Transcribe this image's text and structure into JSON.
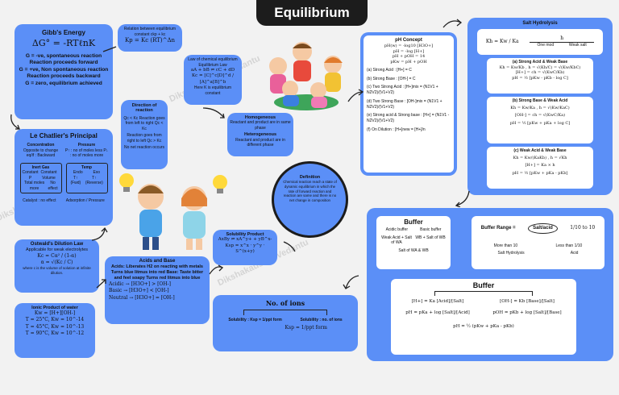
{
  "title": "Equilibrium",
  "watermark": "Dikshakaushal.Vedantu",
  "gibbs": {
    "title": "Gibb's Energy",
    "formula": "ΔG° = -RTℓnK",
    "lines": [
      "G = -ve, spontaneous reaction Reaction proceeds forward",
      "G = +ve, Non spontaneous reaction Reaction proceeds backward",
      "G = zero, equilibrium achieved"
    ]
  },
  "relation": {
    "title": "Relation between equilibrium constant ckp + kc",
    "formula": "Kp = Kc (RT)^Δn"
  },
  "law": {
    "title": "Law of chemical equilibrium Equilibrium Law",
    "reaction": "aA + bB ⇌ cC + dD",
    "formula": "Kc = [C]^c[D]^d / [A]^a[B]^b",
    "note": "Here K is equilibrium constant"
  },
  "direction": {
    "title": "Direction of reaction",
    "lines": [
      "Qc < Kc Reaction goes from left to right Qc < Kc",
      "Reaction goes from right to left Qc > Kc",
      "No net reaction occurs"
    ]
  },
  "lechatelier": {
    "title": "Le Chatlier's Principal",
    "concentration": "Concentration",
    "concentration_note": "Opposite to change eq/if : Backward",
    "pressure": "Pressure",
    "pressure_note": "P↑ : no of moles less P↓ : no of moles more",
    "inert": "Inert Gas",
    "temp": "Temp",
    "inert_a": "Constant P",
    "inert_b": "Constant Volume",
    "inert_c": "Total moles more",
    "inert_d": "No effect",
    "temp_a": "Endo",
    "temp_b": "Exo",
    "temp_c": "T↑ (Fwd)",
    "temp_d": "T↑ (Reverse)",
    "footer_left": "Catalyst : no effect",
    "footer_right": "Adsorption / Pressure"
  },
  "homogeneous": {
    "title1": "Homogeneous",
    "text1": "Reactant and product are in same phase",
    "title2": "Heterogeneous",
    "text2": "Reactant and product are in different phase"
  },
  "definition": {
    "title": "Definition",
    "text": "Chemical reaction reach a state of dynamic equilibrium in which the rate of forward reaction and reaction are same and there is no net change in composition"
  },
  "ph": {
    "title": "pH Concept",
    "lines": [
      "pH(w) = -log10 [H3O+]",
      "pH = -log [H+]",
      "pH + pOH = 14",
      "pKw = pH + pOH",
      "(a) Strong Acid : [H+] = C",
      "(b) Strong Base : [OH-] = C",
      "(c) Two Strong Acid : [H+]mix = (N1V1 + N2V2)/(V1+V2)",
      "(d) Two Strong Base : [OH-]mix = (N1V1 + N2V2)/(V1+V2)",
      "(e) Strong acid & Strong base : [H+] = (N1V1 - N2V2)/(V1+V2)",
      "(f) On Dilution : [H+]new = [H+]/n"
    ]
  },
  "salt": {
    "title": "Salt Hydrolysis",
    "kh": "Kh = Kw / Ka",
    "h": "h",
    "one_mod": "One mod",
    "weak_salt": "Weak salt",
    "sa_wb_title": "(a) Strong Acid & Weak Base",
    "sa_wb_f1": "Kh = Kw/Kb ,  h = √(Kh/C) = √(Kw/KbC)",
    "sa_wb_f2": "[H+] = ch = √(KwC/Kb)",
    "sa_wb_f3": "pH = ½ [pKw - pKb - log C]",
    "sb_wa_title": "(b) Strong Base & Weak Acid",
    "sb_wa_f1": "Kh = Kw/Ka ,  h = √(Kw/KaC)",
    "sb_wa_f2": "[OH-] = ch = √(KwC/Ka)",
    "sb_wa_f3": "pH = ½ [pKw + pKa + log C]",
    "wa_wb_title": "(c) Weak Acid & Weak Base",
    "wa_wb_f1": "Kh = Kw/(KaKb) ,  h = √Kh",
    "wa_wb_f2": "[H+] = Ka × h",
    "wa_wb_f3": "pH = ½ [pKw + pKa - pKb]"
  },
  "solubility": {
    "title": "Solubility Product",
    "reaction": "AxBy ⇌ xA^y+ + yB^x-",
    "formula": "Ksp = x^x · y^y · S^(x+y)"
  },
  "ostwald": {
    "title": "Ostwald's Dilution Law",
    "sub": "Applicable for weak electrolytes",
    "f1": "Kc = Cα² / (1-α)",
    "f2": "α = √(Kc / C)",
    "note": "where c is the volume of solution at infinite dilution."
  },
  "acids": {
    "title": "Acids and Base",
    "text": "Acids: Liberates H2 on reacting with metals Turns blue litmus into red Base: Taste bitter and feel soapy Turns red litmus into blue",
    "acidic": "Acidic → [H3O+] > [OH-]",
    "basic": "Basic → [H3O+] < [OH-]",
    "neutral": "Neutral → [H3O+] = [OH-]"
  },
  "ionic": {
    "title": "Ionic Product of water",
    "f1": "Kw = [H+][OH-]",
    "f2": "T = 25°C, Kw = 10^-14",
    "f3": "T = 45°C, Kw = 10^-13",
    "f4": "T = 90°C, Kw = 10^-12"
  },
  "ions": {
    "title": "No. of ions",
    "left": "Solubility : Ksp = 1/ppt form",
    "right": "Solubility : no. of ions",
    "formula": "Ksp = 1/ppt form"
  },
  "buffer_top": {
    "title": "Buffer",
    "acidic": "Acidic buffer",
    "basic": "Basic buffer",
    "weak_acid": "Weak Acid + Salt of WA",
    "weak_base": "WB + Salt of WB",
    "salt_wa_wb": "Salt of WA & WB"
  },
  "buffer_range": {
    "label": "Buffer Range =",
    "value": "Salt/acid",
    "ratio": "1/10 to 10",
    "more": "More than 10",
    "less": "Less than 1/10",
    "salt_h": "Salt Hydrolysis",
    "acid": "Acid"
  },
  "buffer_bottom": {
    "title": "Buffer",
    "f1": "[H+] = Ka [Acid]/[Salt]",
    "f2": "pH = pKa + log [Salt]/[Acid]",
    "f3": "[OH-] = Kb [Base]/[Salt]",
    "f4": "pOH = pKb + log [Salt]/[Base]",
    "f5": "pH = ½ (pKw + pKa - pKb)"
  },
  "colors": {
    "box": "#5b8ff7",
    "inner": "#ffffff",
    "title_bg": "#1c1c1c",
    "text": "#111111"
  }
}
